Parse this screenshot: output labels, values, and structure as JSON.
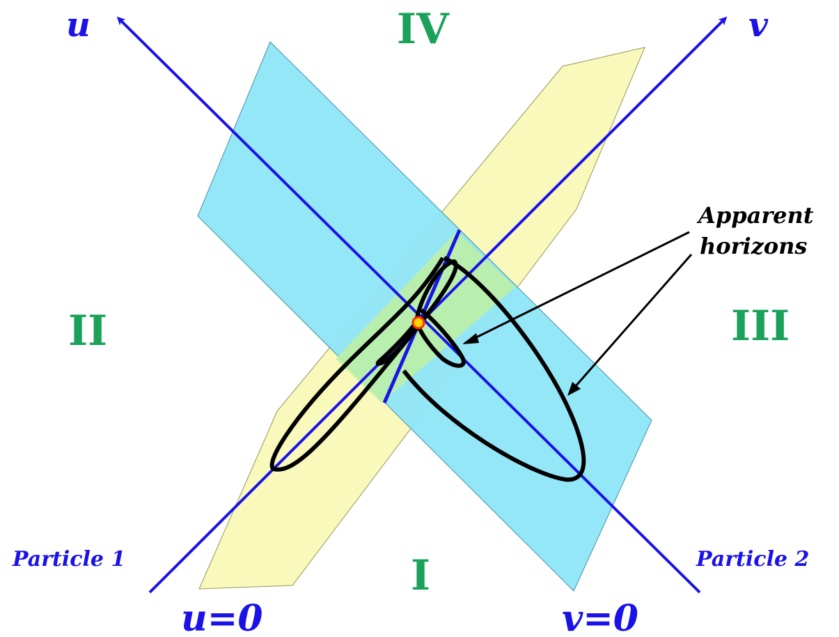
{
  "labels": {
    "u_axis": "u",
    "v_axis": "v",
    "u_zero": "u=0",
    "v_zero": "v=0",
    "region_I": "I",
    "region_II": "II",
    "region_III": "III",
    "region_IV": "IV",
    "particle_1": "Particle 1",
    "particle_2": "Particle 2",
    "apparent_horizons_line1": "Apparent",
    "apparent_horizons_line2": "horizons"
  },
  "colors": {
    "axis": "#1a12e6",
    "region_label": "#1aa15a",
    "blue_plane": "#8fe6f7",
    "yellow_plane": "#faf9b9",
    "overlap": "#bdf0a6",
    "horizon_curve": "#000000",
    "collision_point": "#ff2a00"
  }
}
